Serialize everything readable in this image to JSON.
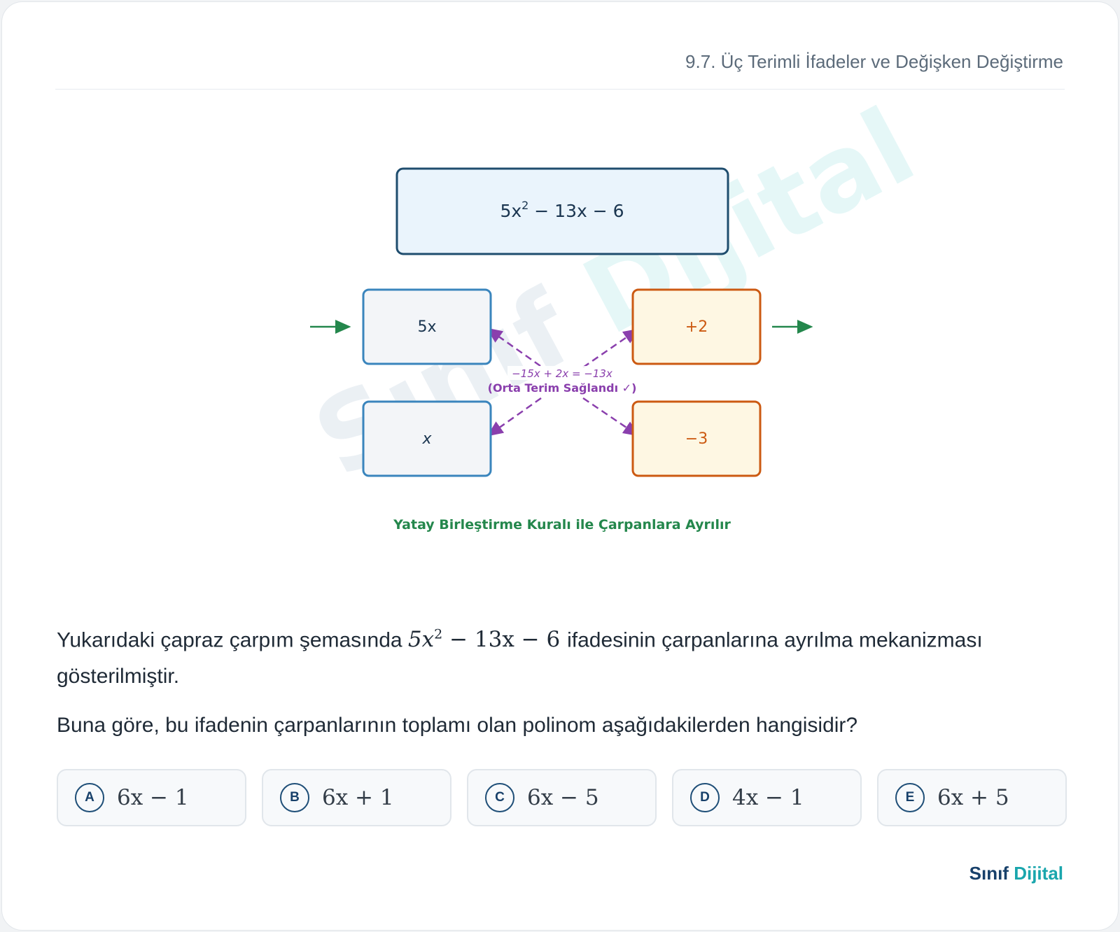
{
  "header": {
    "topic": "9.7. Üç Terimli İfadeler ve Değişken Değiştirme"
  },
  "diagram": {
    "expression": {
      "base": "5x",
      "exponent": "2",
      "rest": " − 13x − 6"
    },
    "left_top": "5x",
    "left_bottom": "x",
    "right_top": "+2",
    "right_bottom": "−3",
    "middle_formula": "−15x + 2x = −13x",
    "middle_note": "(Orta Terim Sağlandı ✓)",
    "caption": "Yatay Birleştirme Kuralı ile Çarpanlara Ayrılır",
    "watermark": {
      "part1": "Sınıf ",
      "part2": "Dijital"
    }
  },
  "question": {
    "line1_before": "Yukarıdaki çapraz çarpım şemasında ",
    "math_base": "5x",
    "math_exp": "2",
    "math_rest": " − 13x − 6 ",
    "line1_after": "ifadesinin çarpanlarına ayrılma mekanizması gösterilmiştir.",
    "line2": "Buna göre, bu ifadenin çarpanlarının toplamı olan polinom aşağıdakilerden hangisidir?"
  },
  "options": [
    {
      "letter": "A",
      "text": "6x − 1"
    },
    {
      "letter": "B",
      "text": "6x + 1"
    },
    {
      "letter": "C",
      "text": "6x − 5"
    },
    {
      "letter": "D",
      "text": "4x − 1"
    },
    {
      "letter": "E",
      "text": "6x + 5"
    }
  ],
  "brand": {
    "part1": "Sınıf",
    "part2": " Dijital"
  },
  "colors": {
    "navy": "#17406a",
    "teal": "#1aa6ad",
    "blue_box": "#3a85bd",
    "orange_box": "#cc5a12",
    "purple": "#8a3fad",
    "green": "#24874c"
  }
}
